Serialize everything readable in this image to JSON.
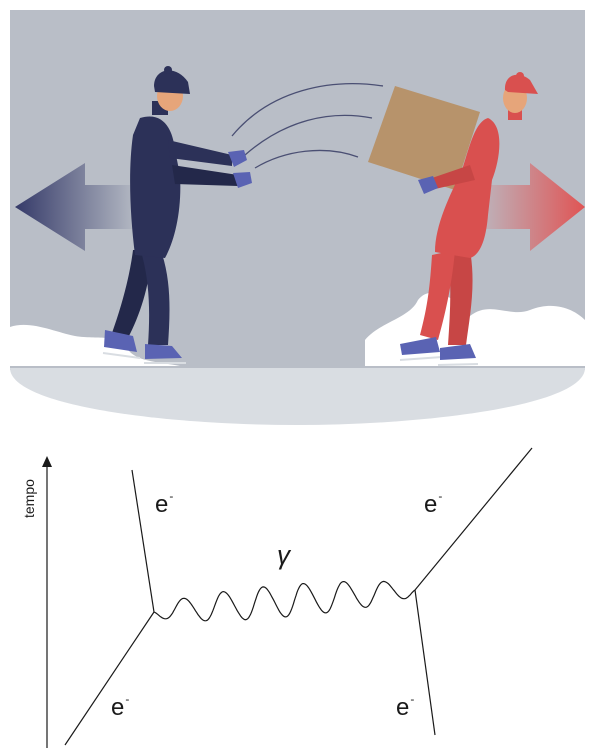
{
  "diagram": {
    "axis_label": "tempo",
    "photon_label": "γ",
    "electron_labels": [
      {
        "base": "e",
        "sup": "-"
      },
      {
        "base": "e",
        "sup": "-"
      },
      {
        "base": "e",
        "sup": "-"
      },
      {
        "base": "e",
        "sup": "-"
      }
    ]
  },
  "colors": {
    "sky": "#b9bec7",
    "ice": "#d9dde2",
    "snow": "#ffffff",
    "left_skater": "#2c3158",
    "right_skater": "#d9504f",
    "box": "#b7936b",
    "skin": "#e6a57a",
    "glove": "#5a63b3",
    "arrow_left": "#353a69",
    "arrow_right": "#e05454",
    "line": "#1a1a1a"
  },
  "icons": {
    "left_arrow": "arrow-left-icon",
    "right_arrow": "arrow-right-icon"
  }
}
